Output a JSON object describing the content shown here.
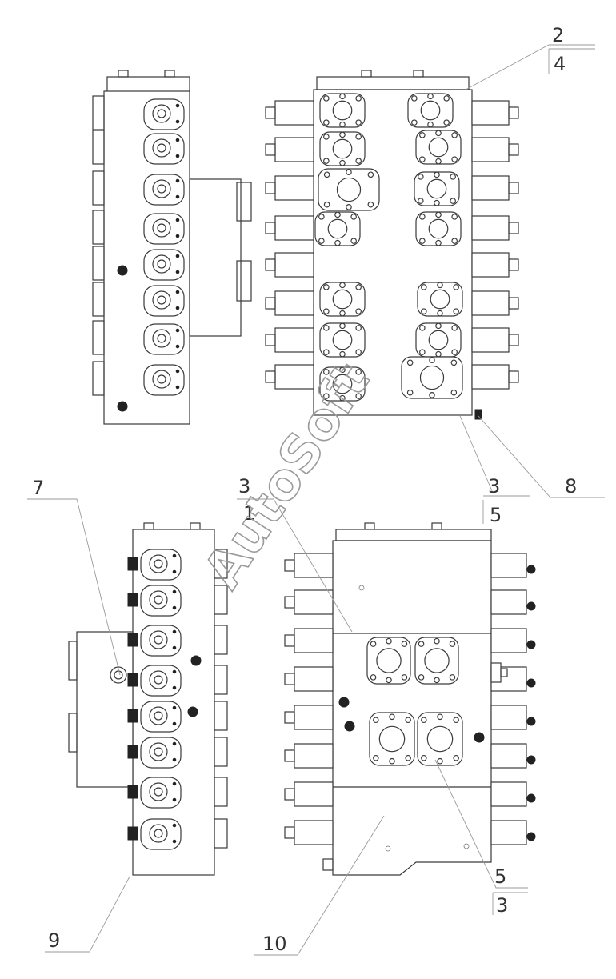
{
  "watermark": "AutoSoft",
  "callouts": {
    "c2": "2",
    "c4": "4",
    "c3_top_mid": "3",
    "c3_mid": "3",
    "c5_mid": "5",
    "c8": "8",
    "c7": "7",
    "c1": "1",
    "c9": "9",
    "c10": "10",
    "c5_low": "5",
    "c3_low": "3"
  },
  "colors": {
    "line": "#3a3a3a",
    "leader": "#9a9a9a",
    "watermark": "#9a9a9a"
  }
}
